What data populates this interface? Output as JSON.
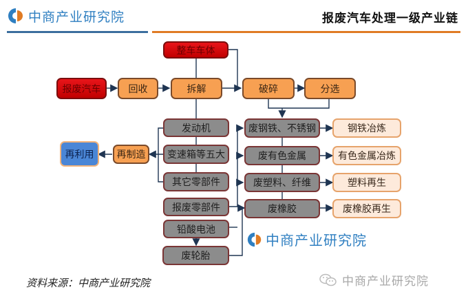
{
  "header": {
    "brand": "中商产业研究院",
    "title": "报废汽车处理一级产业链"
  },
  "nodes": {
    "whole_body": "整车车体",
    "scrap_car": "报废汽车",
    "recycle": "回收",
    "dismantle": "拆解",
    "crush": "破碎",
    "sort": "分选",
    "engine": "发动机",
    "gearbox": "变速箱等五大",
    "other_parts": "其它零部件",
    "scrap_parts": "报废零部件",
    "lead_battery": "铅酸电池",
    "scrap_tire": "废轮胎",
    "remanufacture": "再制造",
    "reuse": "再利用",
    "scrap_steel": "废钢铁、不锈钢",
    "nonferrous": "废有色金属",
    "plastic_fiber": "废塑料、纤维",
    "rubber": "废橡胶",
    "steel_smelting": "钢铁冶炼",
    "nonferrous_smelting": "有色金属冶炼",
    "plastic_regen": "塑料再生",
    "rubber_regen": "废橡胶再生"
  },
  "colors": {
    "red": "#d40a0f",
    "orange": "#f7a052",
    "gray": "#8c8c8c",
    "blue": "#4a86d6",
    "cream": "#fdeadb",
    "connector": "#1f3552",
    "brand_blue": "#2f7fc1",
    "brand_orange": "#e07b24"
  },
  "watermark": "中商产业研究院",
  "footer": {
    "source": "资料来源：中商产业研究院",
    "wechat": "中商产业研究院"
  }
}
